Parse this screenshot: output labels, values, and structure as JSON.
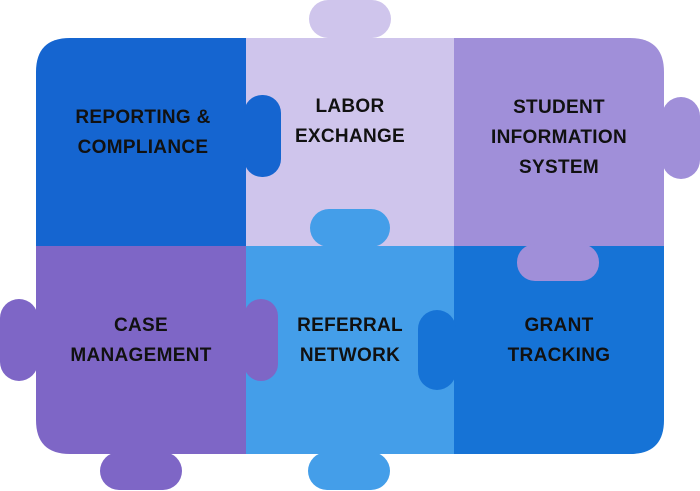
{
  "pieces": [
    {
      "id": "reporting",
      "label": "REPORTING &\nCOMPLIANCE",
      "color": "#1565d0"
    },
    {
      "id": "labor",
      "label": "LABOR\nEXCHANGE",
      "color": "#cfc5ec"
    },
    {
      "id": "student",
      "label": "STUDENT\nINFORMATION\nSYSTEM",
      "color": "#a08fd9"
    },
    {
      "id": "case",
      "label": "CASE\nMANAGEMENT",
      "color": "#7e66c6"
    },
    {
      "id": "referral",
      "label": "REFERRAL\nNETWORK",
      "color": "#449ee9"
    },
    {
      "id": "grant",
      "label": "GRANT\nTRACKING",
      "color": "#1673d6"
    }
  ]
}
